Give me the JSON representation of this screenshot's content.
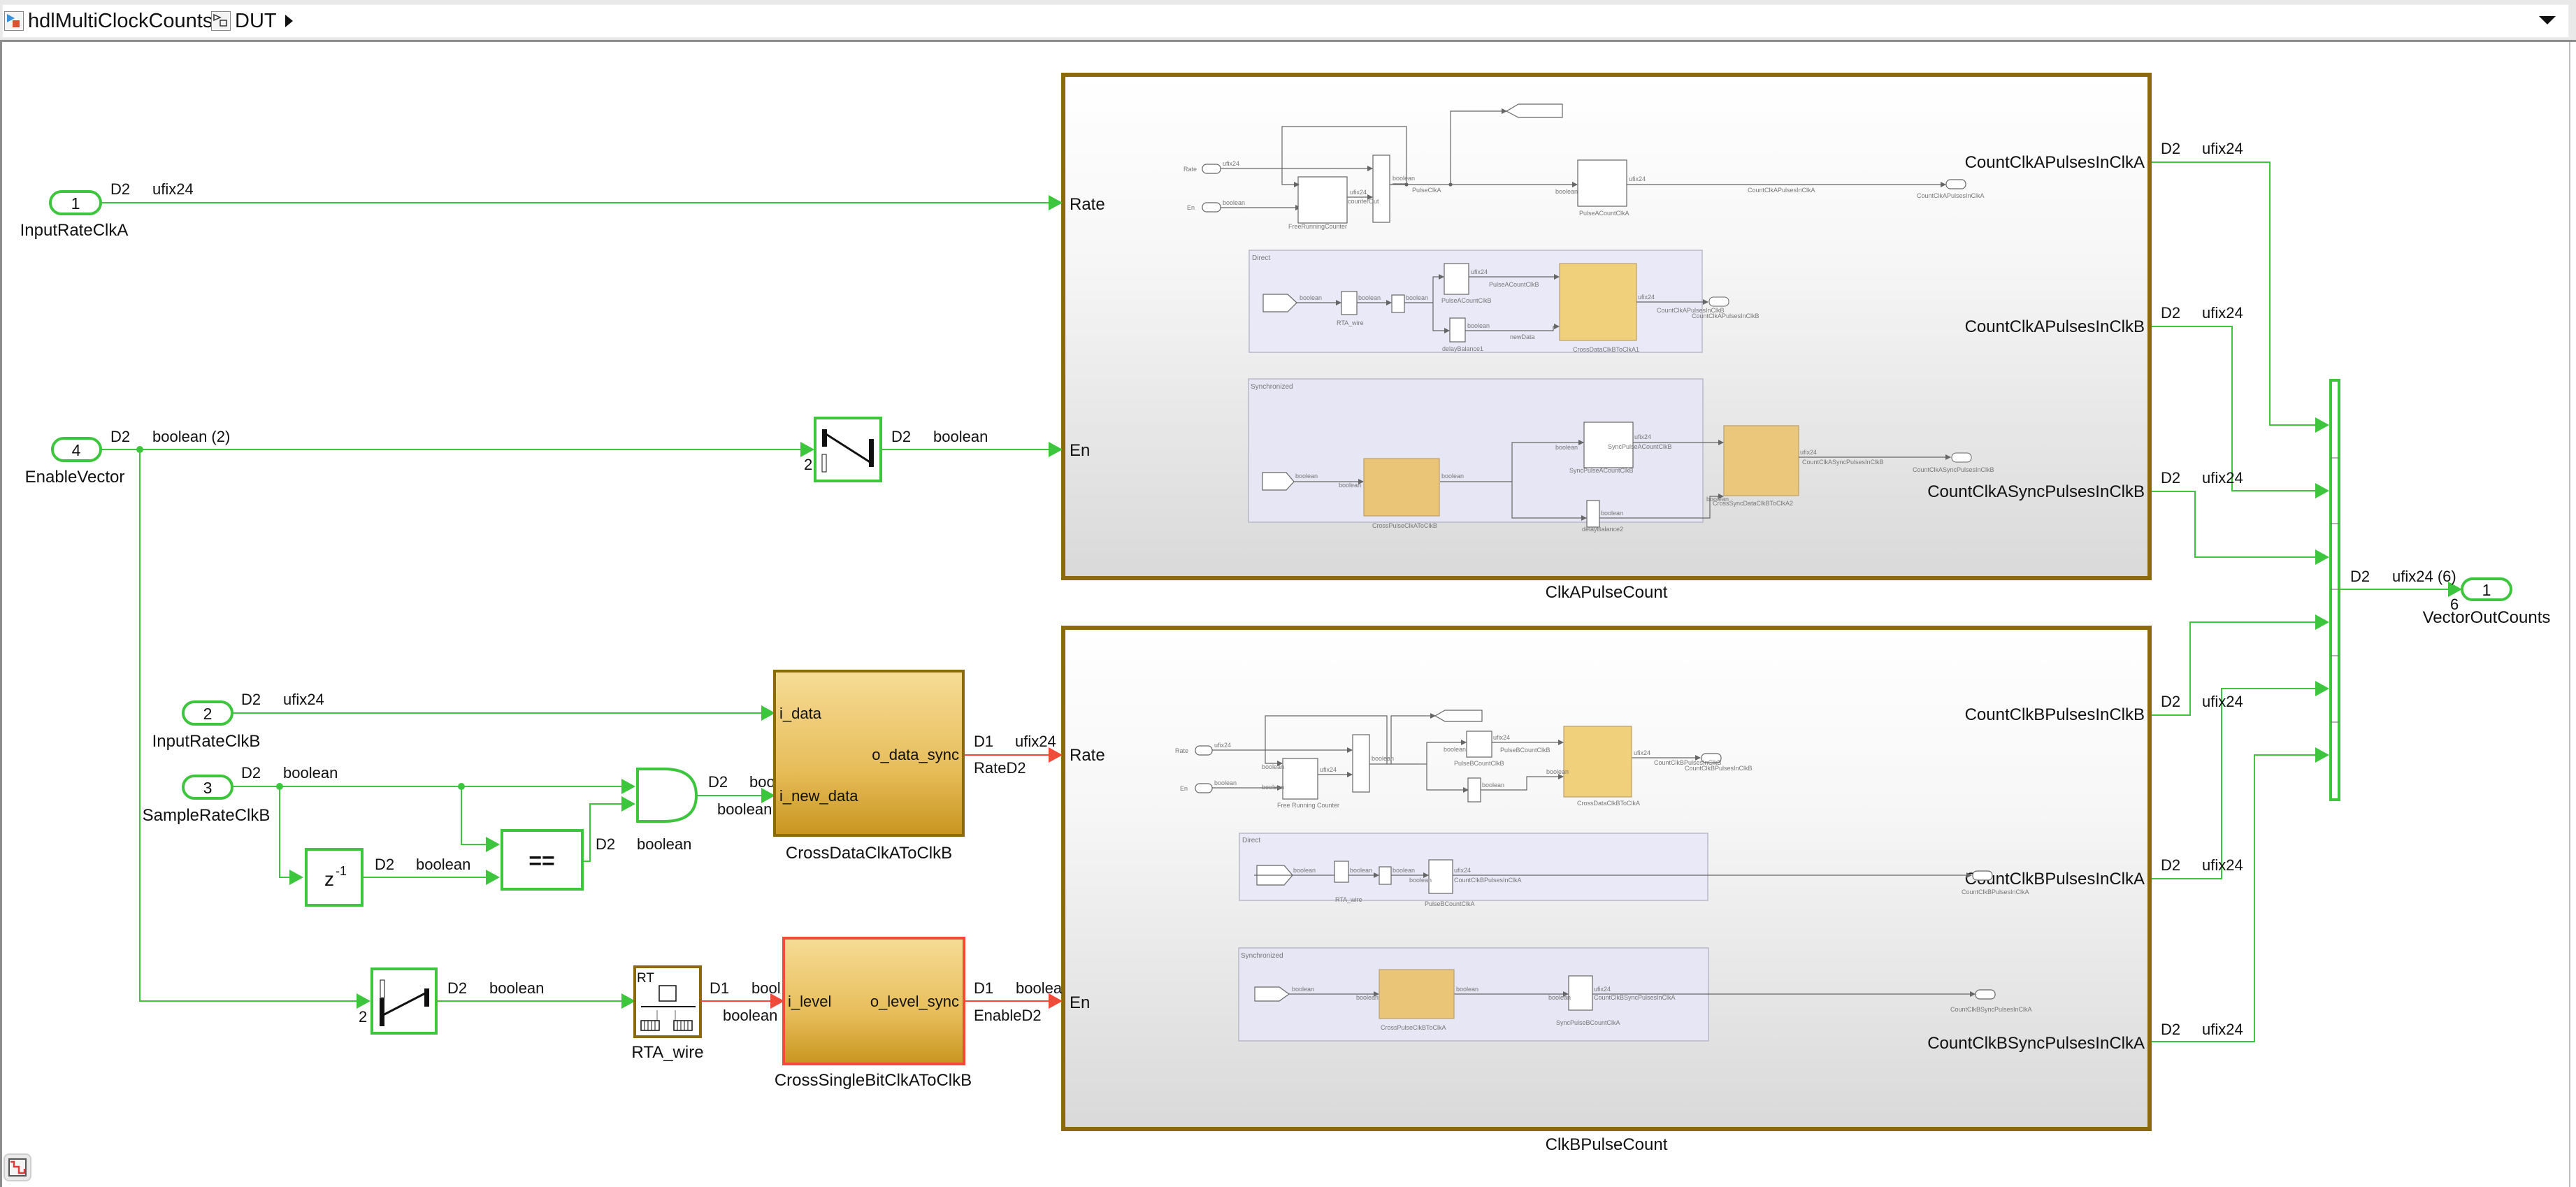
{
  "breadcrumb": {
    "items": [
      {
        "label": "hdlMultiClockCounts",
        "icon": "model-icon"
      },
      {
        "label": "DUT",
        "icon": "subsystem-icon"
      }
    ]
  },
  "colors": {
    "signal_green": "#3ec53e",
    "signal_red": "#f04a3a",
    "subsystem_border": "#8c6a0c",
    "gold_block": "#e6b84e",
    "area_fill": "#e9e9f7"
  },
  "inports": [
    {
      "number": "1",
      "name": "InputRateClkA",
      "dim": "D2",
      "type": "ufix24"
    },
    {
      "number": "4",
      "name": "EnableVector",
      "dim": "D2",
      "type": "boolean (2)"
    },
    {
      "number": "2",
      "name": "InputRateClkB",
      "dim": "D2",
      "type": "ufix24"
    },
    {
      "number": "3",
      "name": "SampleRateClkB",
      "dim": "D2",
      "type": "boolean"
    }
  ],
  "outport": {
    "number": "1",
    "name": "VectorOutCounts",
    "dim": "D2",
    "type": "ufix24 (6)",
    "width_label": "6"
  },
  "selector1": {
    "index": "2",
    "dim": "D2",
    "type": "boolean"
  },
  "selector2": {
    "index": "2",
    "dim": "D2",
    "type": "boolean"
  },
  "delay": {
    "label": "z",
    "sup": "-1",
    "dim": "D2",
    "type": "boolean"
  },
  "equal": {
    "label": "==",
    "dim": "D2",
    "type": "boolean"
  },
  "and_gate": {
    "dim": "D2",
    "type": "boolean",
    "type_below": "boolean"
  },
  "cross_data": {
    "name": "CrossDataClkAToClkB",
    "in1": "i_data",
    "in2": "i_new_data",
    "out": "o_data_sync",
    "out_dim": "D1",
    "out_type": "ufix24",
    "out_name": "RateD2"
  },
  "rta_wire": {
    "name": "RTA_wire",
    "rt": "RT",
    "dim": "D1",
    "type": "bool",
    "type_below": "boolean"
  },
  "cross_single": {
    "name": "CrossSingleBitClkAToClkB",
    "in1": "i_level",
    "out": "o_level_sync",
    "out_dim": "D1",
    "out_type": "boolea",
    "out_name": "EnableD2"
  },
  "clkA": {
    "name": "ClkAPulseCount",
    "in_rate": "Rate",
    "in_en": "En",
    "outputs": [
      {
        "name": "CountClkAPulsesInClkA",
        "dim": "D2",
        "type": "ufix24"
      },
      {
        "name": "CountClkAPulsesInClkB",
        "dim": "D2",
        "type": "ufix24"
      },
      {
        "name": "CountClkASyncPulsesInClkB",
        "dim": "D2",
        "type": "ufix24"
      }
    ],
    "inner": {
      "rate": "Rate",
      "en": "En",
      "ufix24": "ufix24",
      "boolean": "boolean",
      "frc": "FreeRunningCounter",
      "counterOut": "counterOut",
      "pulse": "PulseClkA",
      "pulseCount": "PulseACountClkA",
      "sigOut": "CountClkAPulsesInClkA",
      "portOut": "CountClkAPulsesInClkA",
      "direct": "Direct",
      "rta": "RTA_wire",
      "pcb": "PulseACountClkB",
      "pcbSig": "PulseACountClkB",
      "delay1": "delayBalance1",
      "newData": "newData",
      "cross1": "CrossDataClkBToClkA1",
      "out2sig": "CountClkAPulsesInClkB",
      "out2port": "CountClkAPulsesInClkB",
      "sync": "Synchronized",
      "crossPulse": "CrossPulseClkAToClkB",
      "syncCount": "SyncPulseACountClkB",
      "syncSig": "SyncPulseACountClkB",
      "delay2": "delayBalance2",
      "cross2": "CrossSyncDataClkBToClkA2",
      "out3sig": "CountClkASyncPulsesInClkB",
      "out3port": "CountClkASyncPulsesInClkB"
    }
  },
  "clkB": {
    "name": "ClkBPulseCount",
    "in_rate": "Rate",
    "in_en": "En",
    "outputs": [
      {
        "name": "CountClkBPulsesInClkB",
        "dim": "D2",
        "type": "ufix24"
      },
      {
        "name": "CountClkBPulsesInClkA",
        "dim": "D2",
        "type": "ufix24"
      },
      {
        "name": "CountClkBSyncPulsesInClkA",
        "dim": "D2",
        "type": "ufix24"
      }
    ],
    "inner": {
      "rate": "Rate",
      "en": "En",
      "ufix24": "ufix24",
      "boolean": "boolean",
      "frc": "Free Running Counter",
      "pulseCount": "PulseBCountClkB",
      "pcSig": "PulseBCountClkB",
      "cross": "CrossDataClkBToClkA",
      "out1sig": "CountClkBPulsesInClkB",
      "out1port": "CountClkBPulsesInClkB",
      "direct": "Direct",
      "rta": "RTA_wire",
      "pca": "PulseBCountClkA",
      "out2sig": "CountClkBPulsesInClkA",
      "out2port": "CountClkBPulsesInClkA",
      "sync": "Synchronized",
      "crossPulse": "CrossPulseClkBToClkA",
      "syncCount": "SyncPulseBCountClkA",
      "out3sig": "CountClkBSyncPulsesInClkA",
      "out3port": "CountClkBSyncPulsesInClkA"
    }
  }
}
